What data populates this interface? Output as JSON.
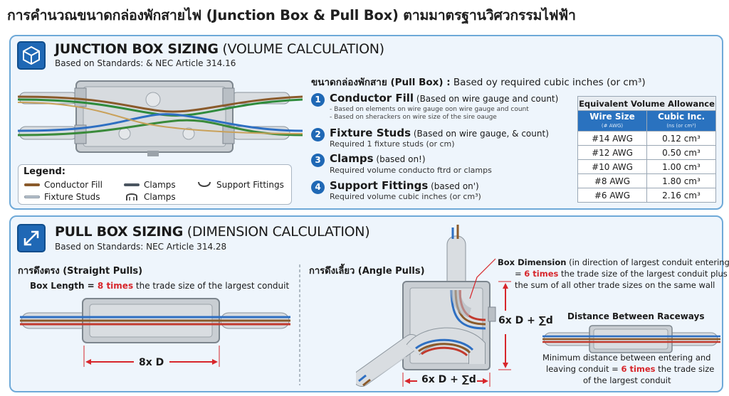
{
  "title": "การคำนวณขนาดกล่องพักสายไฟ (Junction Box & Pull Box) ตามมาตรฐานวิศวกรรมไฟฟ้า",
  "junction": {
    "heading_bold": "JUNCTION BOX SIZING",
    "heading_rest": " (VOLUME CALCULATION)",
    "standards": "Based on Standards: & NEC Article 314.16",
    "icon": "cube-icon"
  },
  "legend": {
    "title": "Legend:",
    "items": [
      {
        "label": "Conductor Fill",
        "color": "#8a5a2b"
      },
      {
        "label": "Clamps",
        "color": "#4a5560"
      },
      {
        "label": "Support Fittings",
        "icon": "support-fitting-icon"
      },
      {
        "label": "Fixture Studs",
        "color": "#b8c3cf"
      },
      {
        "label": "Clamps",
        "icon": "clamp-icon"
      }
    ]
  },
  "pull_title_bold": "ขนาดกล่องพักสาย (Pull Box) :",
  "pull_title_rest": " Based oy required cubic inches (or cm³)",
  "items": [
    {
      "num": "1",
      "title": "Conductor Fill",
      "paren": " (Based on wire gauge and count)",
      "lines": [
        "- Based on elements on wire gauge oon wire gauge and count",
        "- Based on sherackers on wire size of the sire oauge"
      ]
    },
    {
      "num": "2",
      "title": "Fixture Studs",
      "paren": " (Based on wire gauge, & count)",
      "lines": [
        "Required 1 fixture studs (or cm)"
      ]
    },
    {
      "num": "3",
      "title": "Clamps",
      "paren": " (based on!)",
      "lines": [
        "Required volume conducto ftrd or clamps"
      ]
    },
    {
      "num": "4",
      "title": "Support Fittings",
      "paren": " (based on')",
      "lines": [
        "Required volume cubic inches (or cm³)"
      ]
    }
  ],
  "table": {
    "caption": "Equivalent Volume Allowance",
    "col1": "Wire Size",
    "col1_sub": "(# AWG)",
    "col2": "Cubic Inc.",
    "col2_sub": "(ns (or cm³)",
    "rows": [
      [
        "#14 AWG",
        "0.12 cm³"
      ],
      [
        "#12 AWG",
        "0.50 cm³"
      ],
      [
        "#10 AWG",
        "1.00 cm³"
      ],
      [
        "#8 AWG",
        "1.80 cm³"
      ],
      [
        "#6 AWG",
        "2.16 cm³"
      ]
    ]
  },
  "pull": {
    "heading_bold": "PULL BOX SIZING",
    "heading_rest": " (DIMENSION CALCULATION)",
    "standards": "Based on Standards: NEC Article 314.28",
    "icon": "diagonal-arrows-icon"
  },
  "straight": {
    "title": "การดึงตรง (Straight Pulls)",
    "note_a": "Box Length = ",
    "note_red": "8 times",
    "note_b": " the trade size of the largest conduit",
    "dim": "8x D"
  },
  "angle": {
    "title": "การดึงเลี้ยว (Angle Pulls)",
    "bd_bold": "Box Dimension",
    "bd_rest": " (in direction of largest conduit entering)",
    "bd_eq": "= ",
    "bd_red": "6 times",
    "bd_l2": " the trade size of the largest conduit plus",
    "bd_l3": "the sum of all other trade sizes on the same wall",
    "dim_v": "6x D + ∑d",
    "dim_h": "6x D + ∑d"
  },
  "raceway": {
    "title": "Distance Between Raceways",
    "l1": "Minimum distance between entering and",
    "l2a": "leaving conduit = ",
    "l2red": "6 times",
    "l2b": " the trade size",
    "l3": "of the largest conduit"
  }
}
